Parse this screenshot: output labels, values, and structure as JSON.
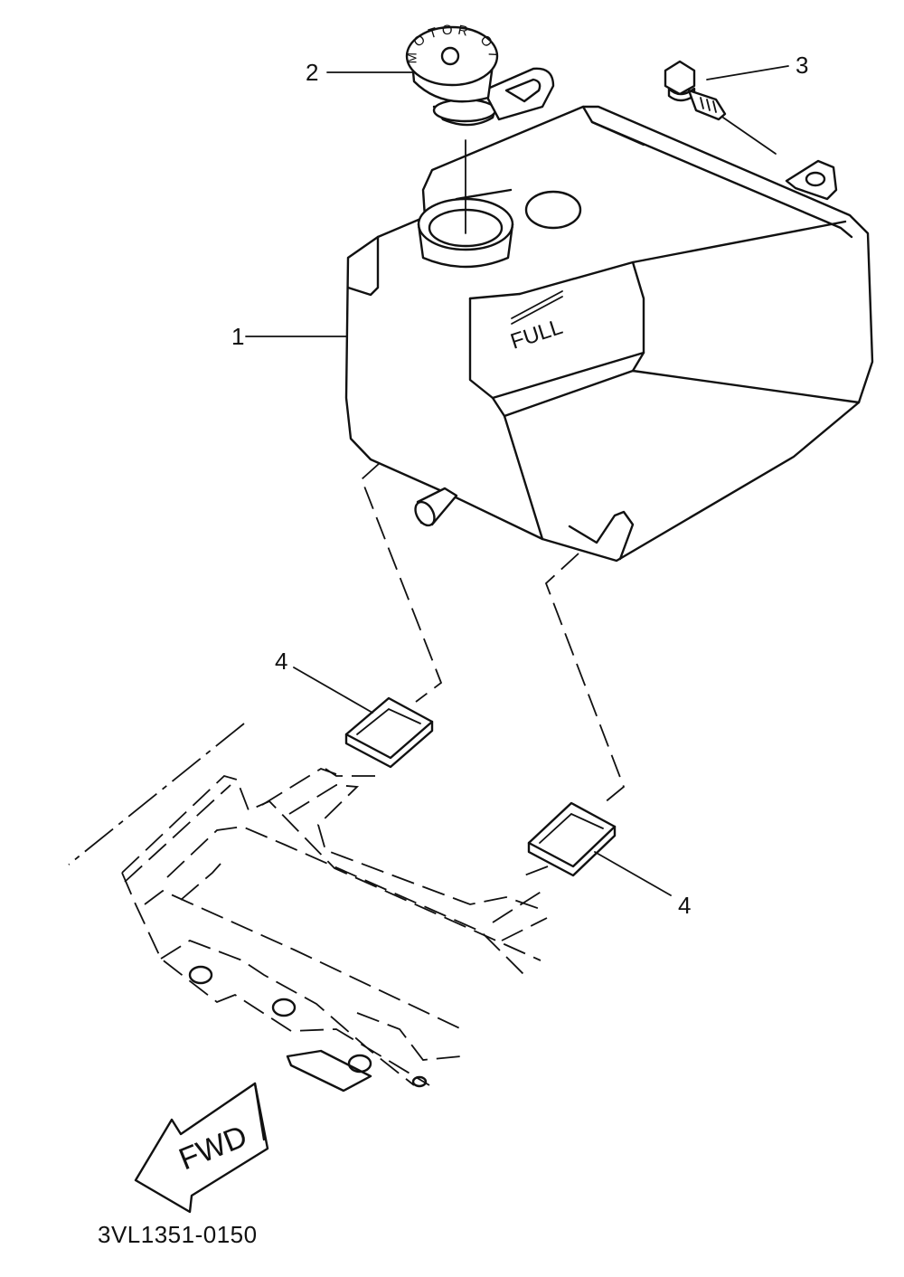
{
  "callouts": [
    {
      "id": "1",
      "label": "1"
    },
    {
      "id": "2",
      "label": "2"
    },
    {
      "id": "3",
      "label": "3"
    },
    {
      "id": "4a",
      "label": "4"
    },
    {
      "id": "4b",
      "label": "4"
    }
  ],
  "tank_marking": "FULL",
  "cap_marking": "MOTOR OIL",
  "direction_arrow": "FWD",
  "diagram_code": "3VL1351-0150"
}
